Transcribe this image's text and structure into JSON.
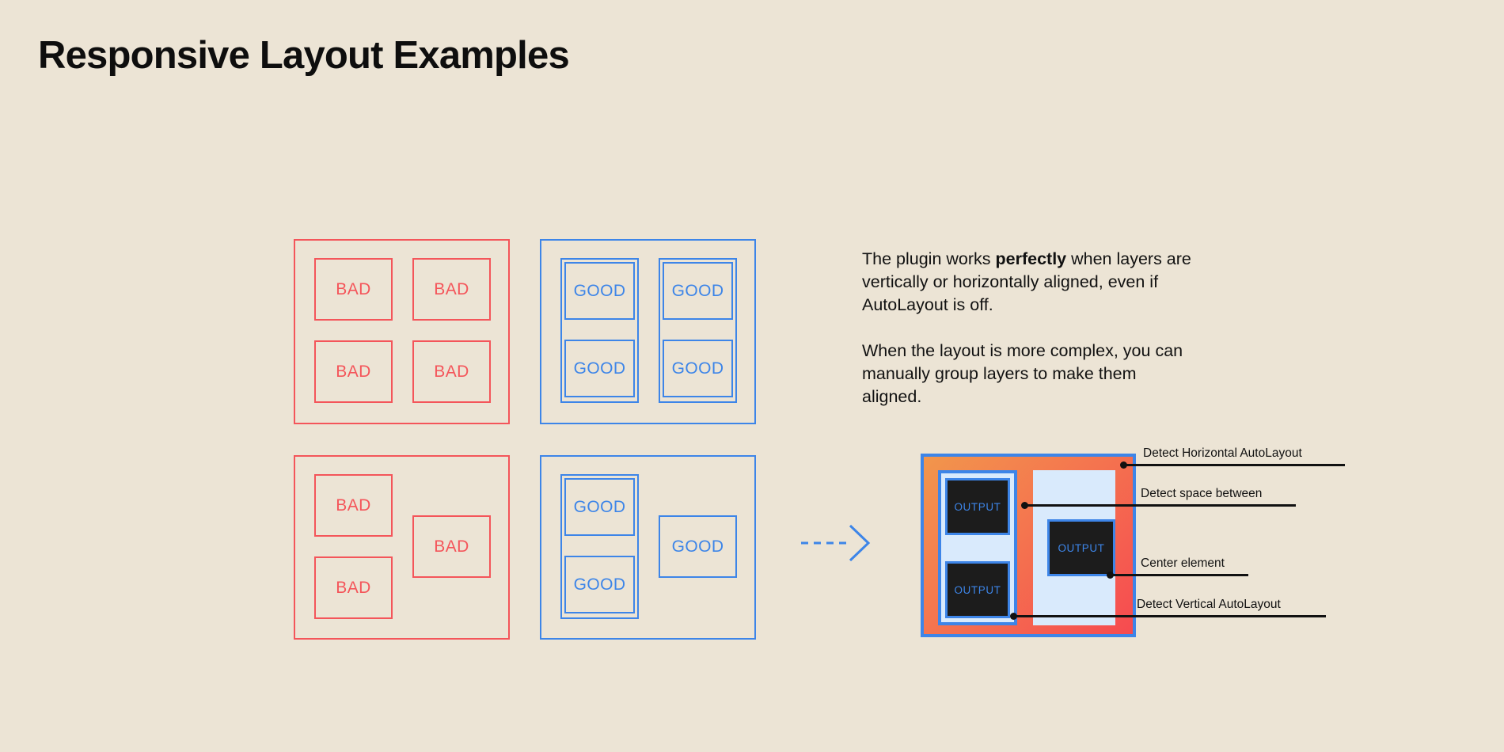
{
  "page": {
    "title": "Responsive Layout Examples",
    "background_color": "#ece4d5"
  },
  "colors": {
    "bad": "#f4555a",
    "good": "#3d85e8",
    "text": "#111111",
    "output_bg": "#1c1c1c",
    "light_blue": "#d9eafc",
    "gradient_start": "#f2964c",
    "gradient_end": "#f64a50"
  },
  "examples": {
    "bad_grid": {
      "kind": "bad",
      "cells": [
        {
          "label": "BAD"
        },
        {
          "label": "BAD"
        },
        {
          "label": "BAD"
        },
        {
          "label": "BAD"
        }
      ]
    },
    "good_grid": {
      "kind": "good",
      "cells": [
        {
          "label": "GOOD"
        },
        {
          "label": "GOOD"
        },
        {
          "label": "GOOD"
        },
        {
          "label": "GOOD"
        }
      ]
    },
    "bad_scatter": {
      "kind": "bad",
      "cells": [
        {
          "label": "BAD"
        },
        {
          "label": "BAD"
        },
        {
          "label": "BAD"
        }
      ]
    },
    "good_scatter": {
      "kind": "good",
      "cells": [
        {
          "label": "GOOD"
        },
        {
          "label": "GOOD"
        },
        {
          "label": "GOOD"
        }
      ]
    }
  },
  "copy": {
    "paragraph_1_before": "The plugin works ",
    "paragraph_1_bold": "perfectly",
    "paragraph_1_after": " when layers are vertically or horizontally aligned, even if AutoLayout is off.",
    "paragraph_2": "When the layout is more complex, you can manually group layers to make them aligned."
  },
  "arrow": {
    "icon": "dashed-arrow-right-icon",
    "color": "#3d85e8"
  },
  "result": {
    "outputs": [
      {
        "label": "OUTPUT"
      },
      {
        "label": "OUTPUT"
      },
      {
        "label": "OUTPUT"
      }
    ],
    "annotations": [
      {
        "label": "Detect Horizontal AutoLayout"
      },
      {
        "label": "Detect space between"
      },
      {
        "label": "Center element"
      },
      {
        "label": "Detect Vertical AutoLayout"
      }
    ]
  }
}
